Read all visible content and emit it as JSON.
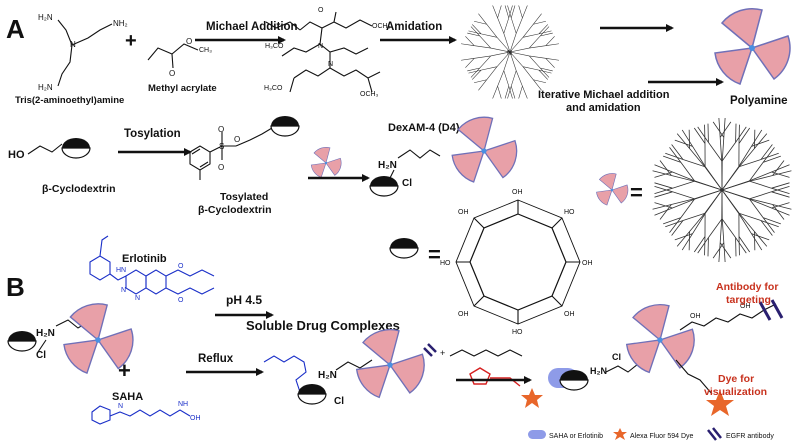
{
  "panels": {
    "a": "A",
    "b": "B"
  },
  "panel_a": {
    "reactant_label": "Tris(2-aminoethyl)amine",
    "plus": "+",
    "reagent_label": "Methyl acrylate",
    "step1": "Michael Addition",
    "step2": "Amidation",
    "iterative_line1": "Iterative Michael addition",
    "iterative_line2": "and amidation",
    "product_label": "Polyamine",
    "tosylation": "Tosylation",
    "cd_label": "β-Cyclodextrin",
    "tosylated_line1": "Tosylated",
    "tosylated_line2": "β-Cyclodextrin",
    "dexam_label": "DexAM-4 (D4)",
    "equals": "=",
    "ho": "HO",
    "h2n_plus": "H₂N",
    "cl_minus": "Cl"
  },
  "panel_b": {
    "erlotinib_label": "Erlotinib",
    "ph_label": "pH 4.5",
    "saha_label": "SAHA",
    "plus": "+",
    "reflux": "Reflux",
    "complexes_title": "Soluble Drug Complexes",
    "antibody_label_line1": "Antibody for",
    "antibody_label_line2": "targeting",
    "dye_label_line1": "Dye for",
    "dye_label_line2": "visualization",
    "legend": {
      "drug": "SAHA or Erlotinib",
      "dye": "Alexa Fluor 594 Dye",
      "antibody": "EGFR antibody"
    }
  },
  "colors": {
    "blade": "#e8a0a8",
    "blade_edge": "#7070b8",
    "hub": "#4a90e2",
    "drug_blue": "#1a2fc8",
    "dye_orange": "#e8662a",
    "linker_red": "#d62020",
    "antibody": "#2a2070",
    "capsule": "#8e9be8",
    "label_red": "#c8321e"
  }
}
